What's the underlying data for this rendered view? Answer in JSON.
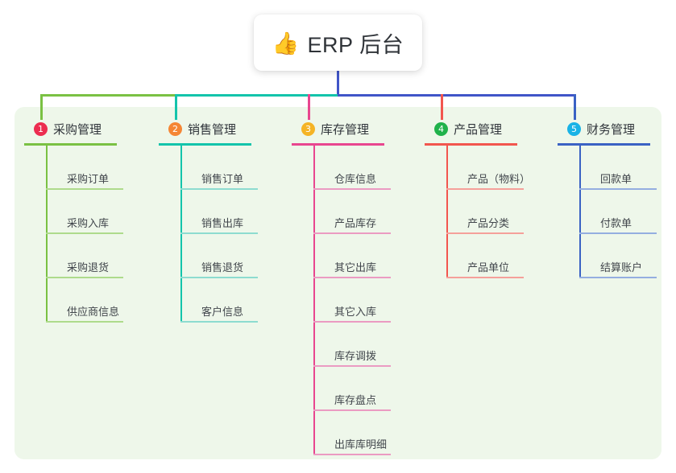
{
  "title": {
    "icon": "thumbs-up-icon",
    "emoji": "👍",
    "text": "ERP 后台"
  },
  "theme": {
    "panel_bg": "#eef7ea",
    "page_bg": "#ffffff",
    "card_bg": "#ffffff",
    "title_color": "#2f3338",
    "stem_color": "#4055c8"
  },
  "columns": [
    {
      "number": "1",
      "title": "采购管理",
      "badge_color": "#ec2d50",
      "line_color": "#7ac143",
      "leaf_line_color": "#aedb8c",
      "items": [
        {
          "label": "采购订单"
        },
        {
          "label": "采购入库"
        },
        {
          "label": "采购退货"
        },
        {
          "label": "供应商信息"
        }
      ]
    },
    {
      "number": "2",
      "title": "销售管理",
      "badge_color": "#f58634",
      "line_color": "#13c4ab",
      "leaf_line_color": "#8ddcd0",
      "items": [
        {
          "label": "销售订单"
        },
        {
          "label": "销售出库"
        },
        {
          "label": "销售退货"
        },
        {
          "label": "客户信息"
        }
      ]
    },
    {
      "number": "3",
      "title": "库存管理",
      "badge_color": "#f5b425",
      "line_color": "#e8468f",
      "leaf_line_color": "#eb9bc2",
      "items": [
        {
          "label": "仓库信息"
        },
        {
          "label": "产品库存"
        },
        {
          "label": "其它出库"
        },
        {
          "label": "其它入库"
        },
        {
          "label": "库存调拨"
        },
        {
          "label": "库存盘点"
        },
        {
          "label": "出库库明细"
        }
      ]
    },
    {
      "number": "4",
      "title": "产品管理",
      "badge_color": "#20b24b",
      "line_color": "#f2564e",
      "leaf_line_color": "#f5a09a",
      "items": [
        {
          "label": "产品（物料）"
        },
        {
          "label": "产品分类"
        },
        {
          "label": "产品单位"
        }
      ]
    },
    {
      "number": "5",
      "title": "财务管理",
      "badge_color": "#19b3e6",
      "line_color": "#3a62c4",
      "leaf_line_color": "#94aee0",
      "items": [
        {
          "label": "回款单"
        },
        {
          "label": "付款单"
        },
        {
          "label": "结算账户"
        }
      ]
    }
  ],
  "connectors": {
    "stem": {
      "color": "#4055c8"
    },
    "bus_segments": [
      {
        "color": "#7ac143"
      },
      {
        "color": "#13c4ab"
      },
      {
        "color": "#4a55c8"
      }
    ]
  }
}
